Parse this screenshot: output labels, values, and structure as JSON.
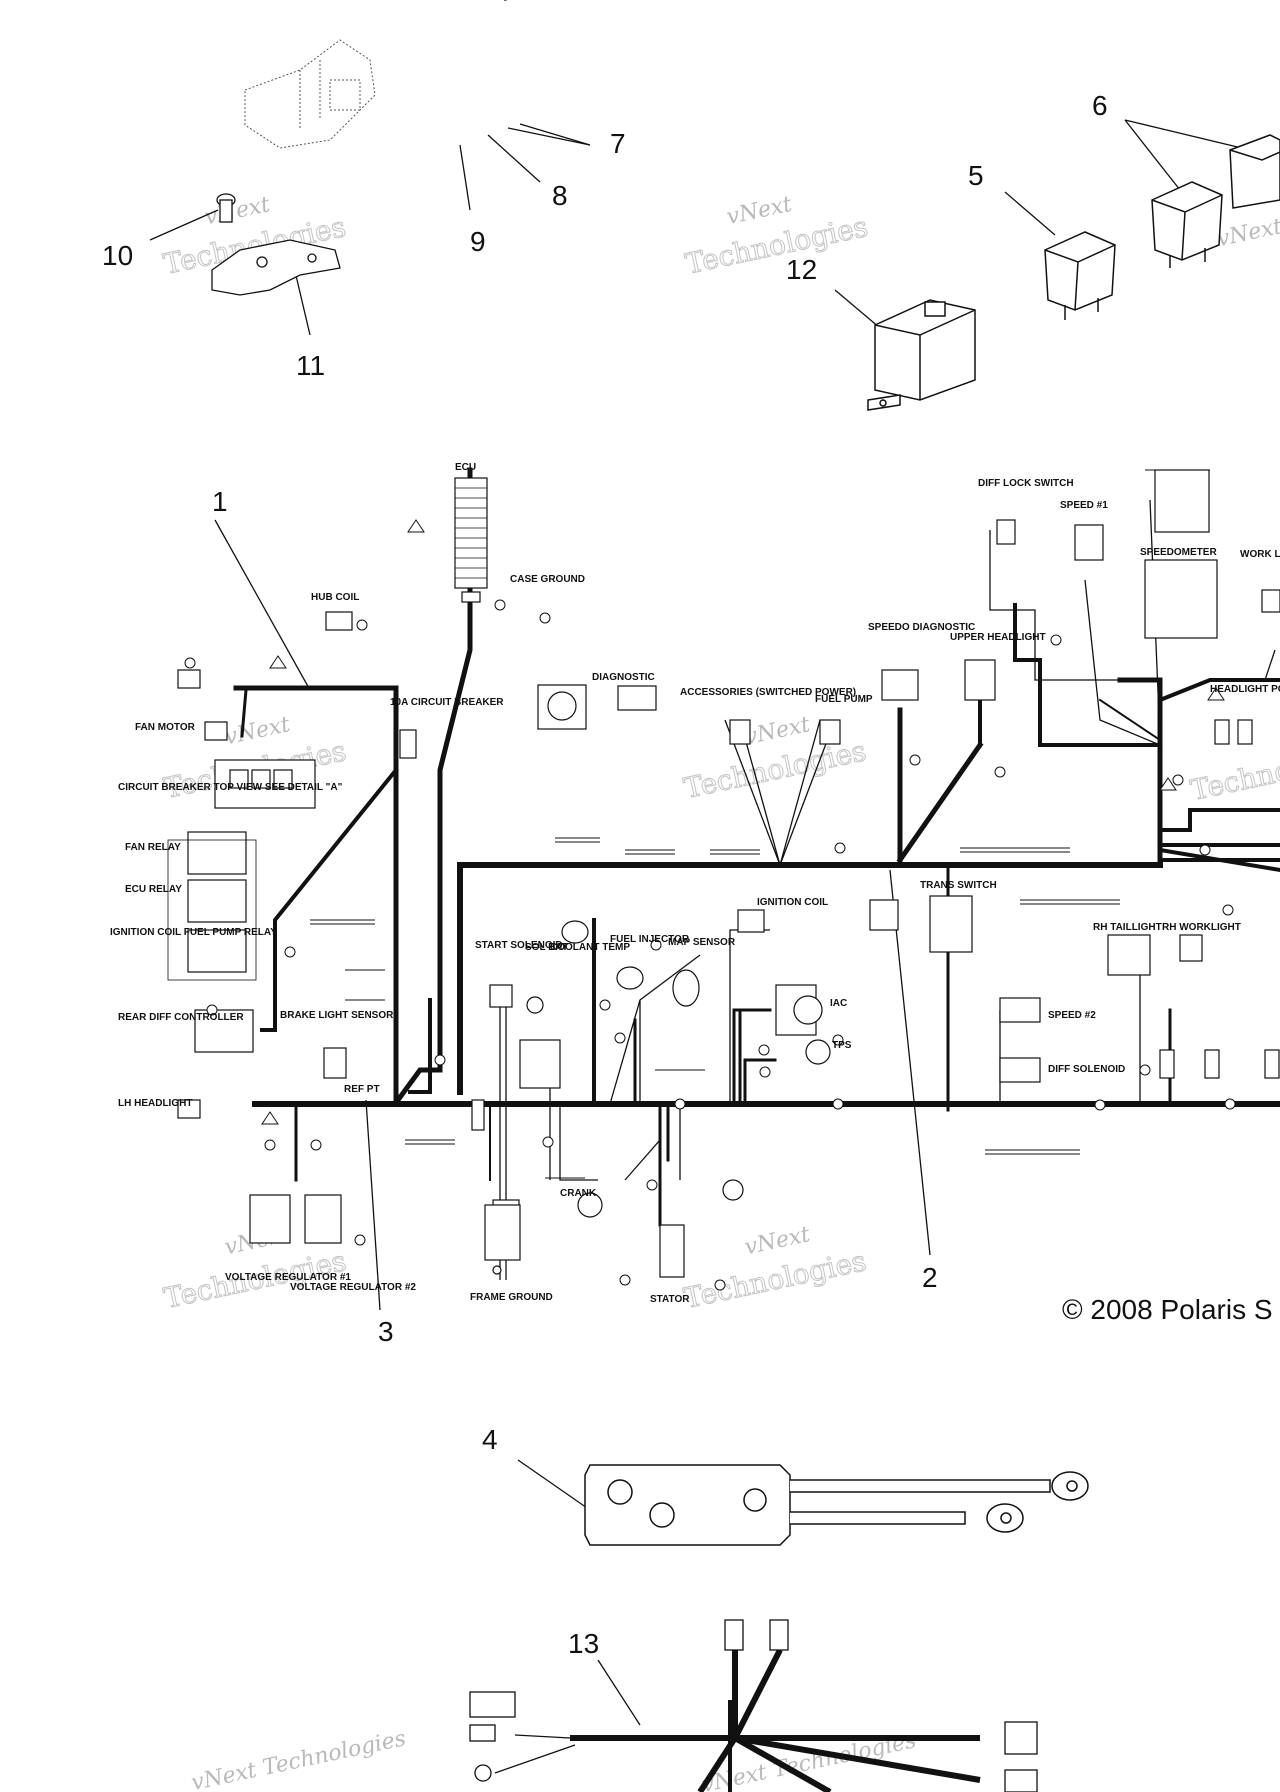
{
  "callouts": {
    "c1": "1",
    "c2": "2",
    "c3": "3",
    "c4": "4",
    "c5": "5",
    "c6": "6",
    "c7": "7",
    "c8": "8",
    "c9": "9",
    "c10": "10",
    "c11": "11",
    "c12": "12",
    "c13": "13"
  },
  "copyright": "© 2008 Polaris S",
  "watermark": {
    "line1": "vNext",
    "line2": "Technologies",
    "combined": "vNext Technologies"
  },
  "labels": {
    "ecu": "ECU",
    "hub_coil": "HUB COIL",
    "case_ground": "CASE GROUND",
    "circuit_breaker": "10A CIRCUIT BREAKER",
    "diagnostic": "DIAGNOSTIC",
    "accessories": "ACCESSORIES (SWITCHED POWER)",
    "fuel_pump": "FUEL PUMP",
    "speedo_diagnostic": "SPEEDO DIAGNOSTIC",
    "upper_headlight": "UPPER HEADLIGHT",
    "diff_lock_switch": "DIFF LOCK SWITCH",
    "speed1": "SPEED #1",
    "speedometer": "SPEEDOMETER",
    "work_light_switch": "WORK LI SWITC",
    "headlight_pod": "HEADLIGHT POD ACC",
    "fan_motor": "FAN MOTOR",
    "circuit_breaker_detail": "CIRCUIT BREAKER TOP VIEW SEE DETAIL \"A\"",
    "fan_relay": "FAN RELAY",
    "ecu_relay": "ECU RELAY",
    "fuel_pump_relay": "IGNITION COIL FUEL PUMP RELAY",
    "rear_diff_controller": "REAR DIFF CONTROLLER",
    "brake_light_sensor": "BRAKE LIGHT SENSOR",
    "lh_headlight": "LH HEADLIGHT",
    "coolant_temp": "COOLANT TEMP",
    "ignition_coil": "IGNITION COIL",
    "start_solenoid": "START SOLENOID",
    "sol_bat": "SOL BAT",
    "fuel_injector": "FUEL INJECTOR",
    "map_sensor": "MAP SENSOR",
    "iac": "IAC",
    "tps": "TPS",
    "trans_switch": "TRANS SWITCH",
    "rh_taillight": "RH TAILLIGHT",
    "rh_worklight": "RH WORKLIGHT",
    "speed2": "SPEED #2",
    "diff_solenoid": "DIFF SOLENOID",
    "crank": "CRANK",
    "stator": "STATOR",
    "frame_ground": "FRAME GROUND",
    "regulator1": "VOLTAGE REGULATOR #1",
    "regulator2": "VOLTAGE REGULATOR #2",
    "ref_pt": "REF PT"
  }
}
